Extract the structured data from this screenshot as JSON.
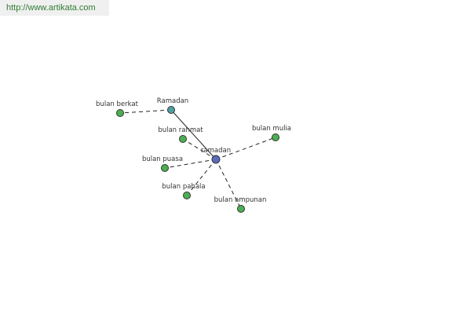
{
  "banner": {
    "url": "http://www.artikata.com"
  },
  "graph": {
    "colors": {
      "center": "#5c6bc0",
      "related": "#4caf50",
      "root": "#4e9fa2",
      "outline": "#333333",
      "edge": "#222222"
    },
    "nodes": [
      {
        "id": "center",
        "label": "ramadan",
        "kind": "center"
      },
      {
        "id": "root",
        "label": "Ramadan",
        "kind": "root"
      },
      {
        "id": "berkat",
        "label": "bulan berkat",
        "kind": "related"
      },
      {
        "id": "rahmat",
        "label": "bulan rahmat",
        "kind": "related"
      },
      {
        "id": "mulia",
        "label": "bulan mulia",
        "kind": "related"
      },
      {
        "id": "puasa",
        "label": "bulan puasa",
        "kind": "related"
      },
      {
        "id": "pahala",
        "label": "bulan pahala",
        "kind": "related"
      },
      {
        "id": "ampunan",
        "label": "bulan ampunan",
        "kind": "related"
      }
    ],
    "edges": [
      {
        "from": "center",
        "to": "root",
        "style": "solid"
      },
      {
        "from": "root",
        "to": "berkat",
        "style": "dashed"
      },
      {
        "from": "center",
        "to": "rahmat",
        "style": "dashed"
      },
      {
        "from": "center",
        "to": "mulia",
        "style": "dashed"
      },
      {
        "from": "center",
        "to": "puasa",
        "style": "dashed"
      },
      {
        "from": "center",
        "to": "pahala",
        "style": "dashed"
      },
      {
        "from": "center",
        "to": "ampunan",
        "style": "dashed"
      }
    ]
  }
}
